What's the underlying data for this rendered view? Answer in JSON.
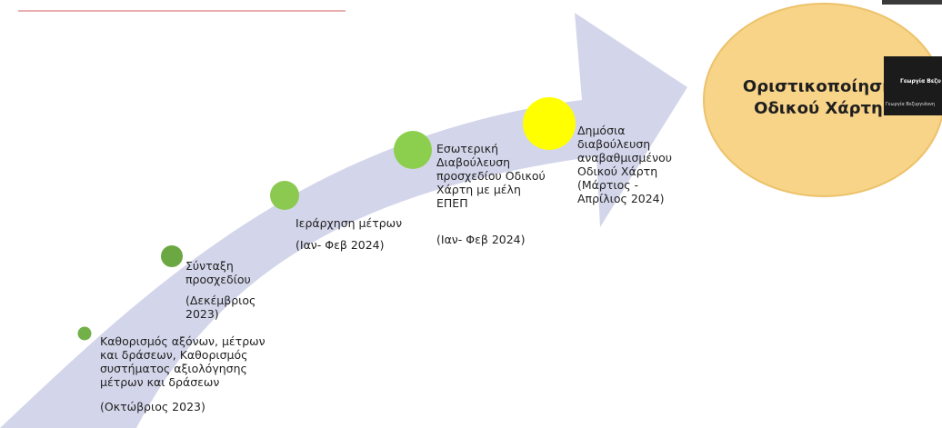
{
  "colors": {
    "arrow": "#d3d6ea",
    "dot_small": "#72b04a",
    "dot_mid": "#8cc950",
    "dot_large": "#90d24e",
    "dot_yellow": "#ffff00",
    "goal_fill": "#f8d488",
    "goal_stroke": "#ecc26b"
  },
  "milestones": [
    {
      "lines": [
        "Καθορισμός αξόνων, μέτρων",
        "και δράσεων, Καθορισμός",
        "συστήματος αξιολόγησης",
        "μέτρων και δράσεων"
      ],
      "date": "(Οκτώβριος 2023)"
    },
    {
      "lines": [
        "Σύνταξη",
        "προσχεδίου"
      ],
      "date_lines": [
        "(Δεκέμβριος",
        "2023)"
      ]
    },
    {
      "lines": [
        "Ιεράρχηση μέτρων"
      ],
      "date": "(Ιαν- Φεβ 2024)"
    },
    {
      "lines": [
        "Εσωτερική",
        "Διαβούλευση",
        "προσχεδίου Οδικού",
        "Χάρτη με μέλη",
        "ΕΠΕΠ"
      ],
      "date": "(Ιαν- Φεβ 2024)"
    },
    {
      "lines": [
        "Δημόσια",
        "διαβούλευση",
        "αναβαθμισμένου",
        "Οδικού Χάρτη",
        "(Μάρτιος -",
        "Απρίλιος 2024)"
      ]
    }
  ],
  "goal": {
    "lines": [
      "Οριστικοποίηση",
      "Οδικού Χάρτη"
    ]
  },
  "participant": {
    "name": "Γεωργία Βεζυ",
    "label": "Γεωργία Βεζυργιάννη"
  }
}
